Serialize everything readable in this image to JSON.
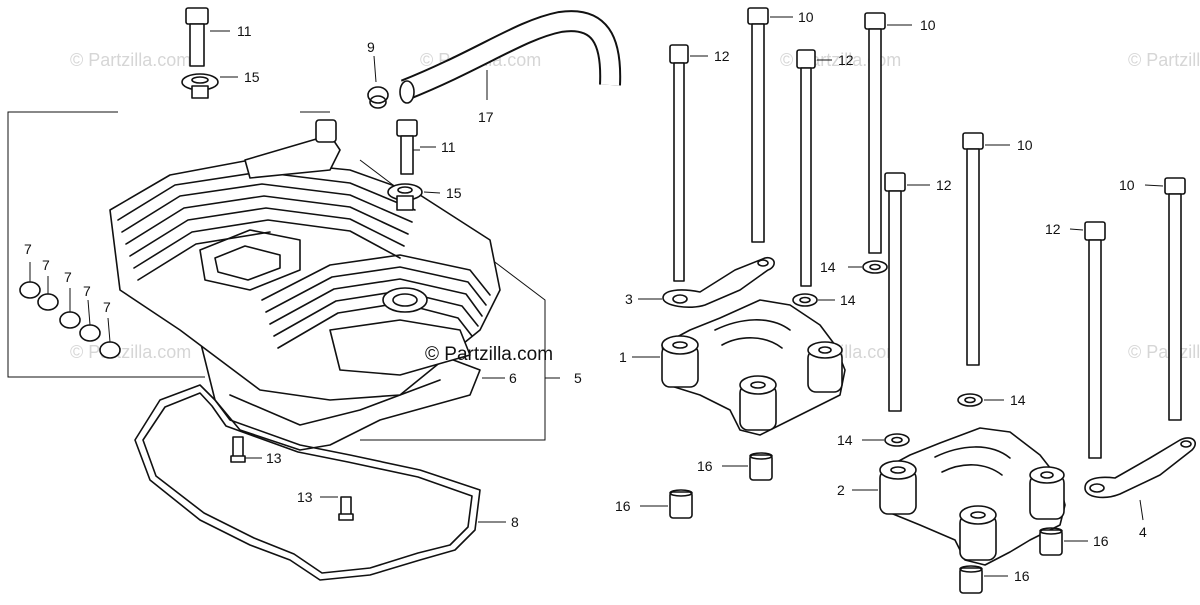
{
  "watermark": {
    "text": "© Partzilla.com",
    "brand": "Partzilla.com",
    "copyright_glyph": "©"
  },
  "callouts": {
    "c1": "1",
    "c2": "2",
    "c3": "3",
    "c4": "4",
    "c5": "5",
    "c6": "6",
    "c7a": "7",
    "c7b": "7",
    "c7c": "7",
    "c7d": "7",
    "c7e": "7",
    "c8": "8",
    "c9": "9",
    "c10a": "10",
    "c10b": "10",
    "c10c": "10",
    "c10d": "10",
    "c11a": "11",
    "c11b": "11",
    "c12a": "12",
    "c12b": "12",
    "c12c": "12",
    "c12d": "12",
    "c13a": "13",
    "c13b": "13",
    "c14a": "14",
    "c14b": "14",
    "c14c": "14",
    "c14d": "14",
    "c15a": "15",
    "c15b": "15",
    "c16a": "16",
    "c16b": "16",
    "c16c": "16",
    "c16d": "16",
    "c17": "17"
  }
}
